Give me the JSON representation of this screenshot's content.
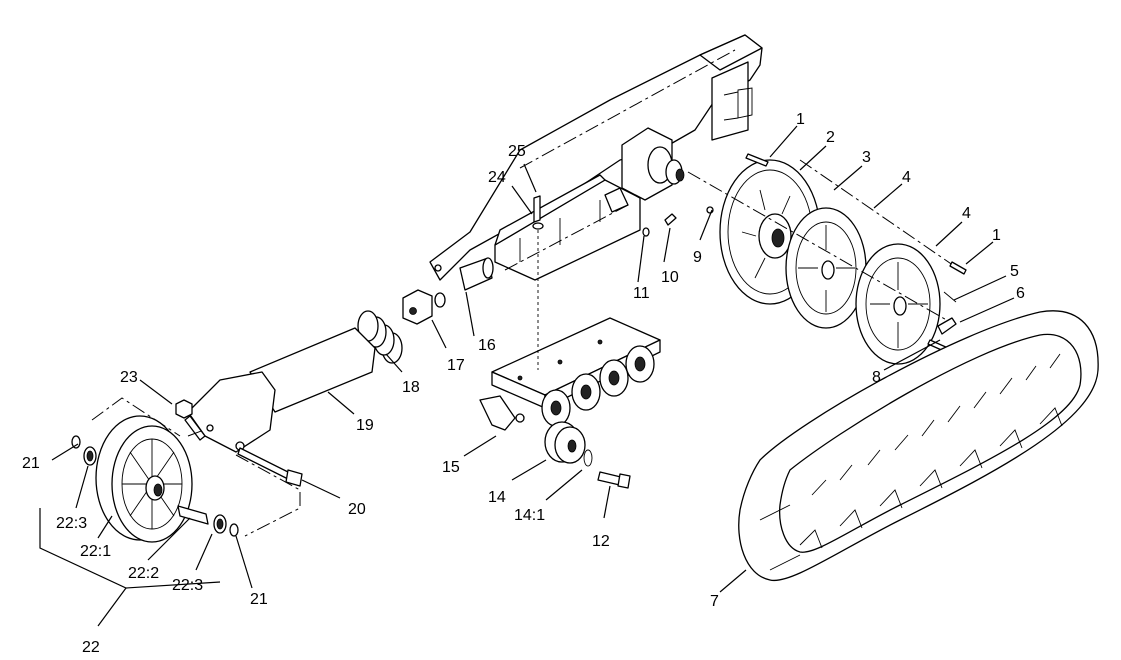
{
  "callouts": {
    "c1a": "1",
    "c2": "2",
    "c3": "3",
    "c4a": "4",
    "c4b": "4",
    "c1b": "1",
    "c5": "5",
    "c6": "6",
    "c7": "7",
    "c8": "8",
    "c9": "9",
    "c10": "10",
    "c11": "11",
    "c12": "12",
    "c14": "14",
    "c14_1": "14:1",
    "c15": "15",
    "c16": "16",
    "c17": "17",
    "c18": "18",
    "c19": "19",
    "c20": "20",
    "c21a": "21",
    "c21b": "21",
    "c22_3a": "22:3",
    "c22_1": "22:1",
    "c22_2": "22:2",
    "c22_3b": "22:3",
    "c22": "22",
    "c23": "23",
    "c24": "24",
    "c25": "25"
  }
}
